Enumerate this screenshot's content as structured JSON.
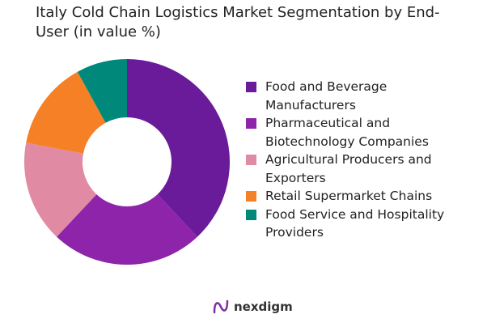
{
  "chart_data": {
    "type": "pie",
    "variant": "donut",
    "title": "Italy Cold Chain Logistics Market Segmentation by End-User (in value %)",
    "categories": [
      "Food and Beverage Manufacturers",
      "Pharmaceutical and Biotechnology Companies",
      "Agricultural Producers and Exporters",
      "Retail Supermarket Chains",
      "Food Service and Hospitality Providers"
    ],
    "values": [
      38,
      24,
      16,
      14,
      8
    ],
    "colors": [
      "#6a1b9a",
      "#8e24aa",
      "#e08aa3",
      "#f58025",
      "#00897b"
    ],
    "legend_position": "right"
  },
  "logo": {
    "text": "nexdigm"
  }
}
